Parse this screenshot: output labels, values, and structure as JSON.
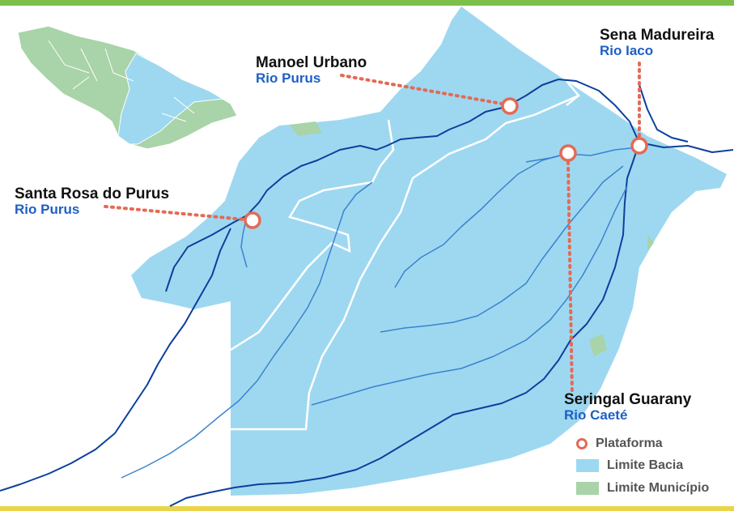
{
  "colors": {
    "basin": "#9ed8f0",
    "municipality": "#a9d3a8",
    "river": "#0d3f9e",
    "river_light": "#3b82d0",
    "platform": "#e46a55",
    "border_top": "#7cc04a",
    "border_bottom": "#e9d44a"
  },
  "platforms": [
    {
      "id": "santa-rosa",
      "city": "Santa Rosa do Purus",
      "river": "Rio Purus"
    },
    {
      "id": "manoel-urbano",
      "city": "Manoel Urbano",
      "river": "Rio Purus"
    },
    {
      "id": "sena-madureira",
      "city": "Sena Madureira",
      "river": "Rio Iaco"
    },
    {
      "id": "seringal-guarany",
      "city": "Seringal Guarany",
      "river": "Rio Caeté"
    }
  ],
  "legend": [
    {
      "key": "platform",
      "label": "Plataforma",
      "icon": "ring-icon"
    },
    {
      "key": "basin",
      "label": "Limite Bacia",
      "icon": "basin-swatch"
    },
    {
      "key": "municipality",
      "label": "Limite Município",
      "icon": "municipality-swatch"
    }
  ]
}
